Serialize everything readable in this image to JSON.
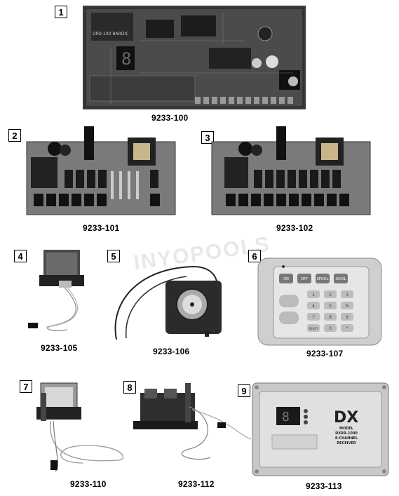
{
  "parts": [
    {
      "callout": "1",
      "part_number": "9233-100"
    },
    {
      "callout": "2",
      "part_number": "9233-101"
    },
    {
      "callout": "3",
      "part_number": "9233-102"
    },
    {
      "callout": "4",
      "part_number": "9233-105"
    },
    {
      "callout": "5",
      "part_number": "9233-106"
    },
    {
      "callout": "6",
      "part_number": "9233-107"
    },
    {
      "callout": "7",
      "part_number": "9233-110"
    },
    {
      "callout": "8",
      "part_number": "9233-112"
    },
    {
      "callout": "9",
      "part_number": "9233-113"
    }
  ],
  "board1": {
    "silk": "DPD-100 BARDIC"
  },
  "keypad": {
    "keys_top": [
      "ON",
      "OFF",
      "SPOOL",
      "AUXIL"
    ],
    "keys_grid": [
      "1",
      "2",
      "3",
      "4",
      "5",
      "6",
      "7",
      "8",
      "9",
      "RESET",
      "0",
      "*"
    ]
  },
  "receiver": {
    "logo": "DX",
    "model_lines": [
      "MODEL",
      "DXRR-1000",
      "8-CHANNEL",
      "RECEIVER"
    ]
  },
  "watermark": "INYOPOOLS"
}
